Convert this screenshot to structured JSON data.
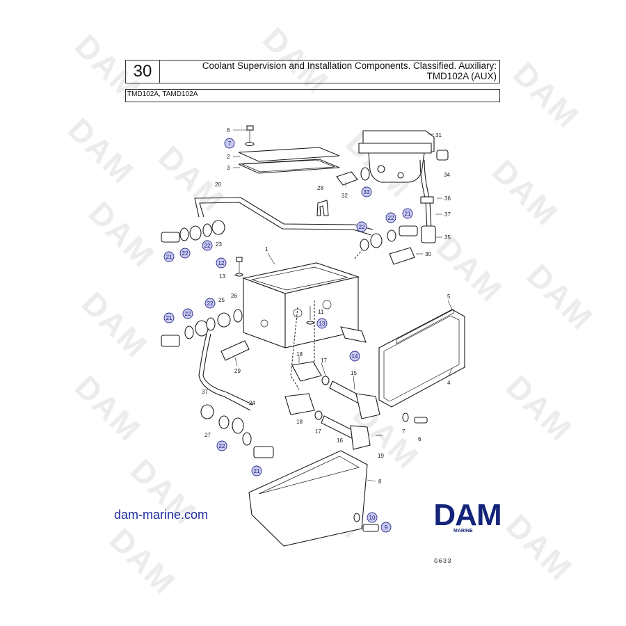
{
  "header": {
    "section_number": "30",
    "title_line1": "Coolant Supervision and Installation Components. Classified. Auxiliary:",
    "title_line2": "TMD102A (AUX)",
    "models": "TMD102A, TAMD102A"
  },
  "watermark": "DAM",
  "footer": {
    "site_url": "dam-marine.com",
    "logo_text": "DAM",
    "logo_subtext": "MARINE",
    "drawing_code": "G633"
  },
  "callouts": {
    "c1": "1",
    "c2": "2",
    "c3": "3",
    "c4": "4",
    "c5": "5",
    "c6": "6",
    "c6b": "6",
    "c7": "7",
    "c7b": "7",
    "c8": "8",
    "c9": "9",
    "c10": "10",
    "c11": "11",
    "c12": "12",
    "c13": "13",
    "c13b": "13",
    "c14": "14",
    "c15": "15",
    "c16": "16",
    "c17": "17",
    "c17b": "17",
    "c18": "18",
    "c18b": "18",
    "c19": "19",
    "c20": "20",
    "c21a": "21",
    "c21b": "21",
    "c21c": "21",
    "c21d": "21",
    "c22a": "22",
    "c22b": "22",
    "c22c": "22",
    "c22d": "22",
    "c22e": "22",
    "c22f": "22",
    "c22g": "22",
    "c23": "23",
    "c24": "24",
    "c25": "25",
    "c26": "26",
    "c27": "27",
    "c28": "28",
    "c29": "29",
    "c30": "30",
    "c31": "31",
    "c32": "32",
    "c33": "33",
    "c34": "34",
    "c35": "35",
    "c36": "36",
    "c37a": "37",
    "c37b": "37"
  }
}
